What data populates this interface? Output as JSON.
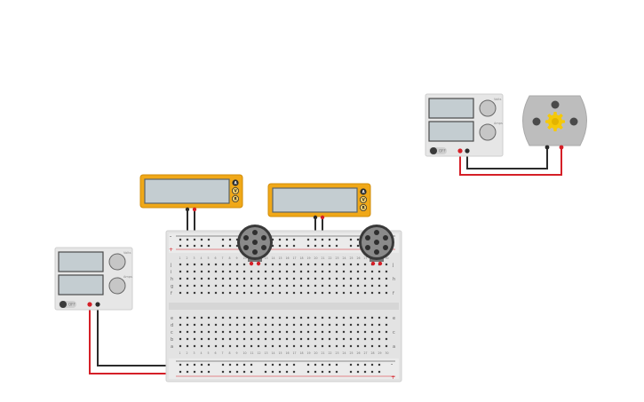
{
  "colors": {
    "wire_red": "#d51f27",
    "wire_black": "#2b2b2b",
    "multimeter_body": "#f0a818",
    "supply_body": "#e6e6e6",
    "display": "#c4cdd1",
    "motor_body": "#bdbdbd",
    "motor_shaft": "#f5c90a",
    "breadboard": "#e3e3e3",
    "rail_red": "#d51f27"
  },
  "power_supplies": [
    {
      "id": "supply-left",
      "switch_label": "OFF",
      "knob_labels": [
        "Volts",
        "Amps"
      ]
    },
    {
      "id": "supply-right",
      "switch_label": "OFF",
      "knob_labels": [
        "Volts",
        "Amps"
      ]
    }
  ],
  "multimeters": [
    {
      "id": "multimeter-left",
      "modes": [
        "A",
        "V",
        "R"
      ]
    },
    {
      "id": "multimeter-right",
      "modes": [
        "A",
        "V",
        "R"
      ]
    }
  ],
  "breadboard": {
    "row_labels_top": [
      "j",
      "i",
      "h",
      "g",
      "f"
    ],
    "row_labels_bottom": [
      "e",
      "d",
      "c",
      "b",
      "a"
    ],
    "rail_plus": "+",
    "rail_minus": "-",
    "columns": 30
  },
  "potentiometers": [
    {
      "id": "pot-left"
    },
    {
      "id": "pot-right"
    }
  ],
  "motor": {
    "id": "dc-motor",
    "icon": "gear-icon"
  }
}
